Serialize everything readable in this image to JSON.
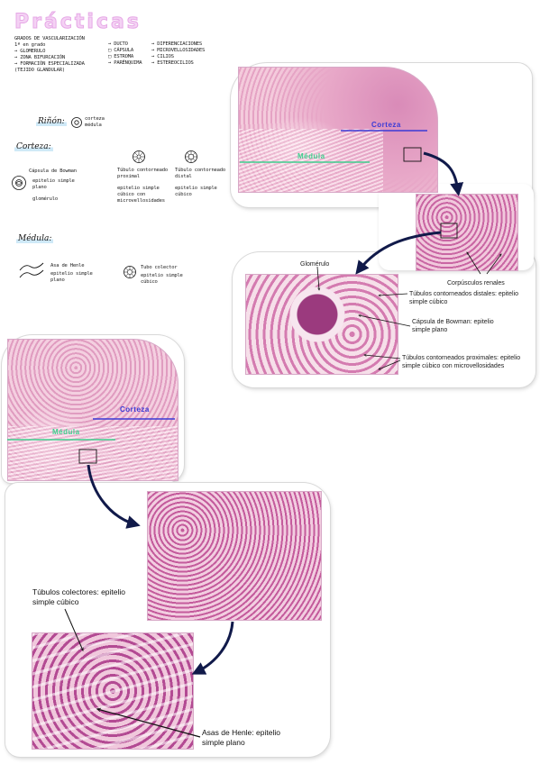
{
  "page_title": "Prácticas",
  "notes_top": {
    "left": [
      "GRADOS DE VASCULARIZACIÓN",
      "1ª en grado",
      "→ GLOMERULO",
      "→ ZONA BIFURCACIÓN",
      "→ FORMACIÓN ESPECIALIZADA (TEJIDO GLANDULAR)"
    ],
    "middle": [
      "→ DUCTO",
      "□ CÁPSULA",
      "□ ESTROMA",
      "→ PARÉNQUIMA"
    ],
    "right": [
      "→ DIFERENCIACIONES",
      "→ MICROVELLOSIDADES",
      "→ CILIOS",
      "→ ESTEREOCILIOS"
    ]
  },
  "rinon": {
    "title": "Riñón:",
    "items": [
      "corteza",
      "médula"
    ]
  },
  "corteza_notes": {
    "heading": "Corteza:",
    "capsula_title": "Cápsula de Bowman",
    "capsula_items": [
      "epitelio simple plano",
      "glomérulo"
    ],
    "tubulo_prox": "Túbulo contorneado proximal",
    "tubulo_prox_desc": "epitelio simple cúbico con microvellosidades",
    "tubulo_dist": "Túbulo contorneado distal",
    "tubulo_dist_desc": "epitelio simple cúbico"
  },
  "medula_notes": {
    "heading": "Médula:",
    "asa": "Asa de Henle",
    "asa_desc": "epitelio simple plano",
    "tubo": "Tubo colector",
    "tubo_desc": "epitelio simple cúbico"
  },
  "top_figure": {
    "corteza_label": "Corteza",
    "medula_label": "Médula",
    "corpusculos_label": "Corpúsculos renales",
    "glomerulo_label": "Glomérulo",
    "distal_label": "Túbulos contorneados distales: epitelio simple cúbico",
    "bowman_label": "Cápsula de Bowman: epitelio simple plano",
    "proximal_label": "Túbulos contorneados proximales: epitelio simple cúbico con microvellosidades"
  },
  "bottom_figure": {
    "corteza_label": "Corteza",
    "medula_label": "Médula",
    "colectores_label": "Túbulos colectores: epitelio simple cúbico",
    "henle_label": "Asas de Henle: epitelio simple plano"
  },
  "colors": {
    "title": "#f4d2f4",
    "corteza_line": "#3a3ad6",
    "medula_line": "#3fcf8e",
    "arrow": "#111a4a",
    "tissue_light": "#f2c6dc",
    "tissue_dark": "#c05f9a"
  }
}
